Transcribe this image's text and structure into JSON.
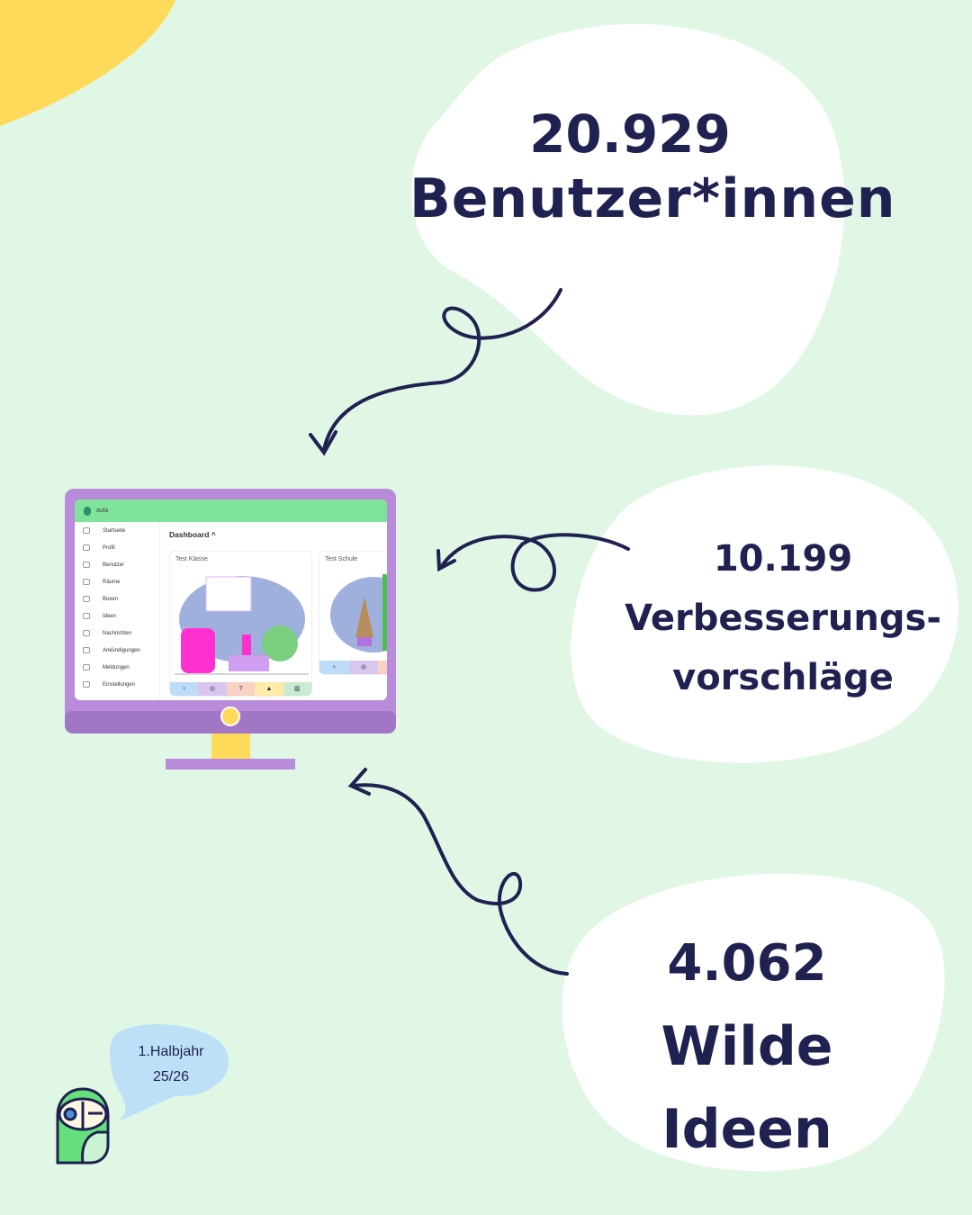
{
  "stats": [
    {
      "number": "20.929",
      "label": "Benutzer*innen"
    },
    {
      "number": "10.199",
      "label_line1": "Verbesserungs-",
      "label_line2": "vorschläge"
    },
    {
      "number": "4.062",
      "label": "Wilde Ideen"
    }
  ],
  "speech": {
    "line1": "1.Halbjahr",
    "line2": "25/26"
  },
  "app": {
    "brand": "aula",
    "title": "Dashboard",
    "sidebar": [
      "Startseite",
      "Profil",
      "Benutzer",
      "Räume",
      "Boxen",
      "Ideen",
      "Nachrichten",
      "Ankündigungen",
      "Meldungen",
      "Einstellungen"
    ],
    "cards": [
      "Test Klasse",
      "Test Schule"
    ]
  },
  "colors": {
    "bg": "#e1f7e6",
    "text": "#1f2150",
    "monitor": "#b98bdb",
    "header": "#80e39a",
    "yellow": "#ffd95a"
  }
}
